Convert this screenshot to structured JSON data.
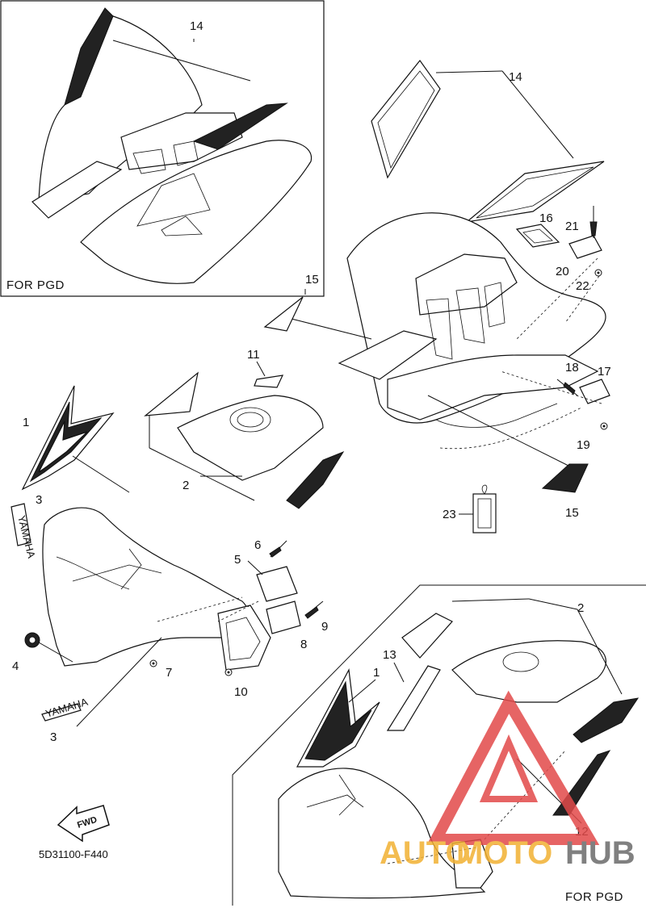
{
  "diagram": {
    "inset_top_caption": "FOR PGD",
    "inset_bottom_caption": "FOR PGD",
    "fwd_label": "FWD",
    "diagram_code": "5D31100-F440",
    "decal_text": "YAMAHA",
    "callouts": {
      "c1": "1",
      "c1b": "1",
      "c2": "2",
      "c2b": "2",
      "c3": "3",
      "c3b": "3",
      "c4": "4",
      "c5": "5",
      "c6": "6",
      "c7": "7",
      "c8": "8",
      "c9": "9",
      "c10": "10",
      "c11": "11",
      "c12": "12",
      "c13": "13",
      "c14": "14",
      "c14b": "14",
      "c15": "15",
      "c15b": "15",
      "c16": "16",
      "c17": "17",
      "c18": "18",
      "c19": "19",
      "c20": "20",
      "c21": "21",
      "c22": "22",
      "c23": "23"
    }
  },
  "watermark": {
    "word_part1": "AUTO",
    "word_part2": "MOTO",
    "word_part3": "HUB",
    "color_red": "#e24a4a",
    "color_orange": "#f2b132",
    "color_gray": "#6b6b6b"
  }
}
